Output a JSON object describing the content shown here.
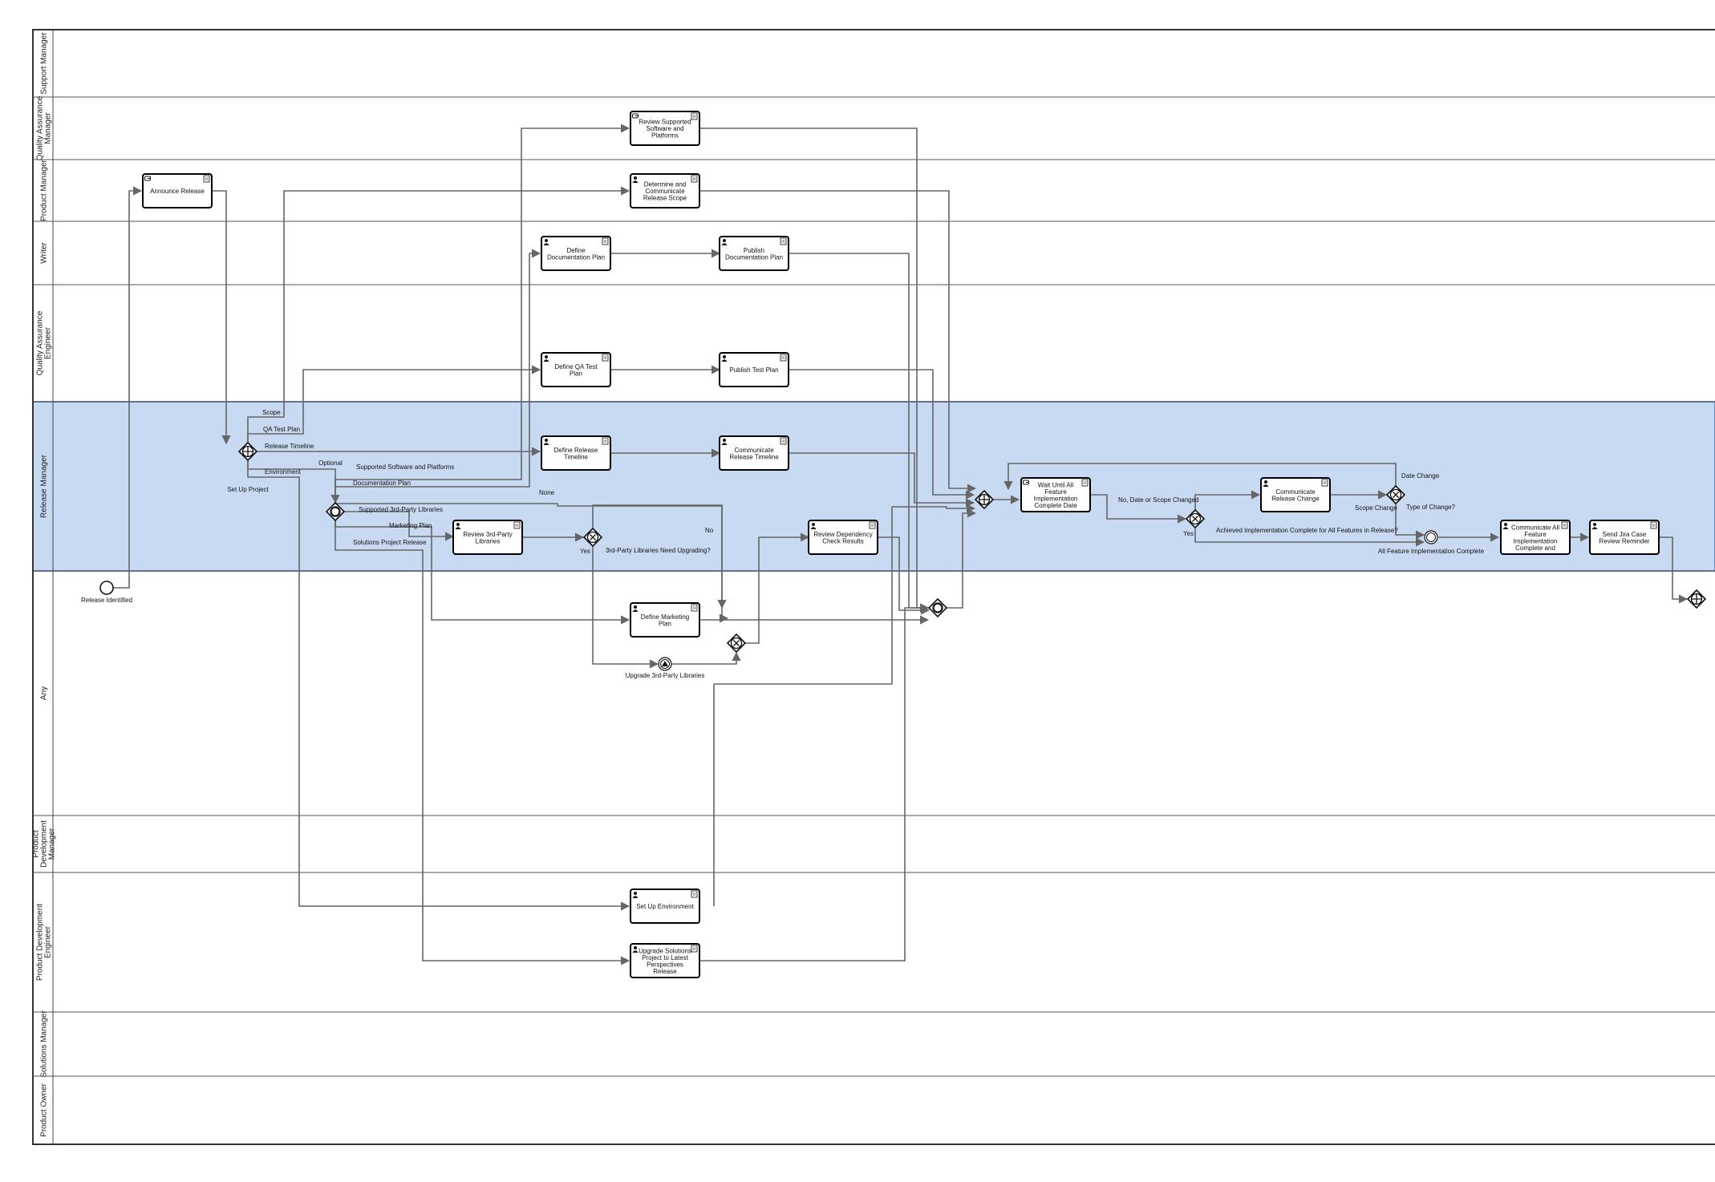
{
  "colors": {
    "selected_lane": "#c8daf2",
    "selected_lane_border": "#6f8fc7",
    "flow": "#666666",
    "task_border": "#000000",
    "background": "#ffffff"
  },
  "lanes": [
    {
      "id": "support-manager",
      "label": "Support Manager"
    },
    {
      "id": "qa-manager",
      "label": "Quality Assurance Manager"
    },
    {
      "id": "product-manager",
      "label": "Product Manager"
    },
    {
      "id": "writer",
      "label": "Writer"
    },
    {
      "id": "qa-engineer",
      "label": "Quality Assurance Engineer"
    },
    {
      "id": "release-manager",
      "label": "Release Manager",
      "selected": true
    },
    {
      "id": "any",
      "label": "Any"
    },
    {
      "id": "pd-manager",
      "label": "Product Development Manager"
    },
    {
      "id": "pd-engineer",
      "label": "Product Development Engineer"
    },
    {
      "id": "solutions-manager",
      "label": "Solutions Manager"
    },
    {
      "id": "product-owner",
      "label": "Product Owner"
    }
  ],
  "tasks": [
    {
      "id": "announce-release",
      "label": "Announce Release",
      "icon": "service-icon"
    },
    {
      "id": "review-supported",
      "label": "Review Supported Software and Platforms",
      "icon": "service-icon"
    },
    {
      "id": "determine-scope",
      "label": "Determine and Communicate Release Scope",
      "icon": "user-icon"
    },
    {
      "id": "define-doc-plan",
      "label": "Define Documentation Plan",
      "icon": "user-icon"
    },
    {
      "id": "publish-doc-plan",
      "label": "Publish Documentation Plan",
      "icon": "user-icon"
    },
    {
      "id": "define-qa-plan",
      "label": "Define QA Test Plan",
      "icon": "user-icon"
    },
    {
      "id": "publish-test-plan",
      "label": "Publish Test Plan",
      "icon": "user-icon"
    },
    {
      "id": "define-timeline",
      "label": "Define Release Timeline",
      "icon": "user-icon"
    },
    {
      "id": "communicate-timeline",
      "label": "Communicate Release Timeline",
      "icon": "user-icon"
    },
    {
      "id": "review-3rd-party",
      "label": "Review 3rd-Party Libraries",
      "icon": "user-icon"
    },
    {
      "id": "review-dependency",
      "label": "Review Dependency Check Results",
      "icon": "user-icon"
    },
    {
      "id": "wait-until",
      "label": "Wait Until All Feature Implementation Complete Date",
      "icon": "service-icon"
    },
    {
      "id": "communicate-change",
      "label": "Communicate Release Change",
      "icon": "user-icon"
    },
    {
      "id": "communicate-all",
      "label": "Communicate All Feature Implementation Complete and Release T...",
      "icon": "user-icon"
    },
    {
      "id": "send-jira",
      "label": "Send Jira Case Review Reminder",
      "icon": "user-icon"
    },
    {
      "id": "define-marketing",
      "label": "Define Marketing Plan",
      "icon": "user-icon"
    },
    {
      "id": "set-up-env",
      "label": "Set Up Environment",
      "icon": "user-icon"
    },
    {
      "id": "upgrade-solutions",
      "label": "Upgrade Solutions Project to Latest Perspectives Release",
      "icon": "user-icon"
    }
  ],
  "events": [
    {
      "id": "release-identified",
      "label": "Release Identified",
      "kind": "start"
    },
    {
      "id": "upgrade-libs",
      "label": "Upgrade 3rd-Party Libraries",
      "kind": "intermediate-signal"
    },
    {
      "id": "all-feature-complete",
      "label": "All Feature Implementation Complete",
      "kind": "intermediate"
    }
  ],
  "gateways": [
    {
      "id": "gw-setup",
      "label": "Set Up Project",
      "kind": "parallel"
    },
    {
      "id": "gw-optional",
      "label": "",
      "kind": "inclusive"
    },
    {
      "id": "gw-upgrade",
      "label": "3rd-Party Libraries Need Upgrading?",
      "kind": "exclusive"
    },
    {
      "id": "gw-merge-any",
      "label": "",
      "kind": "exclusive"
    },
    {
      "id": "gw-join-inclusive",
      "label": "",
      "kind": "inclusive"
    },
    {
      "id": "gw-join-parallel",
      "label": "",
      "kind": "parallel"
    },
    {
      "id": "gw-achieved",
      "label": "Achieved Implementation Complete for All Features in Release?",
      "kind": "exclusive"
    },
    {
      "id": "gw-type",
      "label": "Type of Change?",
      "kind": "exclusive"
    },
    {
      "id": "gw-edge-right",
      "label": "",
      "kind": "parallel"
    }
  ],
  "edge_labels": {
    "scope": "Scope",
    "qa_test_plan": "QA Test Plan",
    "release_timeline": "Release Timeline",
    "environment": "Environment",
    "optional": "Optional",
    "supported_sw": "Supported Software and Platforms",
    "documentation_plan": "Documentation Plan",
    "none": "None",
    "supported_3rd": "Supported 3rd-Party Libraries",
    "marketing_plan": "Marketing Plan",
    "solutions_release": "Solutions Project Release",
    "no_upgrade": "No",
    "yes_upgrade": "Yes",
    "no_date_scope": "No, Date or Scope Changed",
    "yes_achieved": "Yes",
    "date_change": "Date Change",
    "scope_change": "Scope Change"
  }
}
